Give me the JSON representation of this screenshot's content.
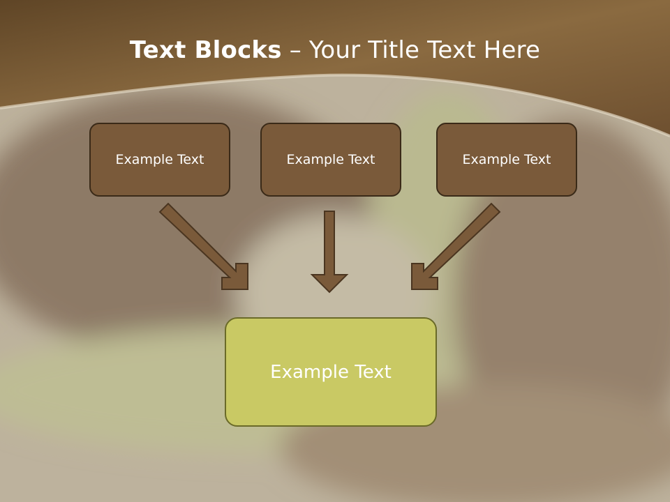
{
  "slide": {
    "title_bold": "Text Blocks",
    "title_separator": " – ",
    "title_rest": "Your Title Text Here"
  },
  "diagram": {
    "top_boxes": [
      {
        "label": "Example Text"
      },
      {
        "label": "Example Text"
      },
      {
        "label": "Example Text"
      }
    ],
    "result_box": {
      "label": "Example Text"
    }
  },
  "colors": {
    "header_brown": "#7a5a3a",
    "box_fill": "#7a5a3a",
    "box_border": "#3a2a18",
    "result_fill": "#c9c964",
    "result_border": "#6a6a28",
    "arrow_fill": "#7a5a3a",
    "arrow_stroke": "#4a3520"
  }
}
